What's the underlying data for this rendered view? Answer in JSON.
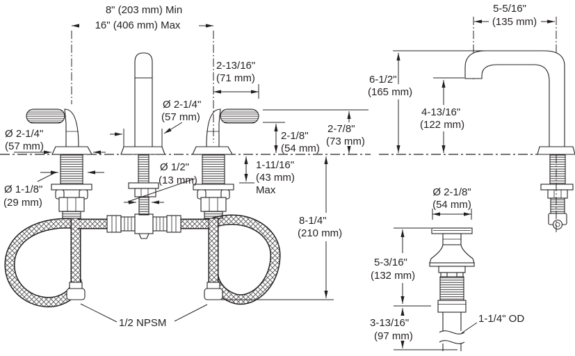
{
  "diagram": {
    "front": {
      "spread_min": "8\" (203 mm) Min",
      "spread_max": "16\" (406 mm) Max",
      "handle_extent": [
        "2-13/16\"",
        "(71 mm)"
      ],
      "handle_base_dia": [
        "Ø 2-1/4\"",
        "(57 mm)"
      ],
      "spout_base_dia": [
        "Ø 2-1/4\"",
        "(57 mm)"
      ],
      "handle_shank_dia": [
        "Ø 1-1/8\"",
        "(29 mm)"
      ],
      "spout_shank_dia": [
        "Ø 1/2\"",
        "(13 mm)"
      ],
      "deck_thickness": [
        "1-11/16\"",
        "(43 mm)",
        "Max"
      ],
      "grip_bottom_height": [
        "2-1/8\"",
        "(54 mm)"
      ],
      "grip_top_height": [
        "2-7/8\"",
        "(73 mm)"
      ],
      "supply_length": [
        "8-1/4\"",
        "(210 mm)"
      ],
      "supply_thread": "1/2 NPSM"
    },
    "side": {
      "spout_reach": [
        "5-5/16\"",
        "(135 mm)"
      ],
      "spout_height": [
        "6-1/2\"",
        "(165 mm)"
      ],
      "outlet_height": [
        "4-13/16\"",
        "(122 mm)"
      ]
    },
    "drain": {
      "flange_dia": [
        "Ø 2-1/8\"",
        "(54 mm)"
      ],
      "body_length": [
        "5-3/16\"",
        "(132 mm)"
      ],
      "tail_length": [
        "3-13/16\"",
        "(97 mm)"
      ],
      "tail_od": "1-1/4\" OD"
    },
    "colors": {
      "line": "#231f20",
      "background": "#ffffff"
    }
  }
}
